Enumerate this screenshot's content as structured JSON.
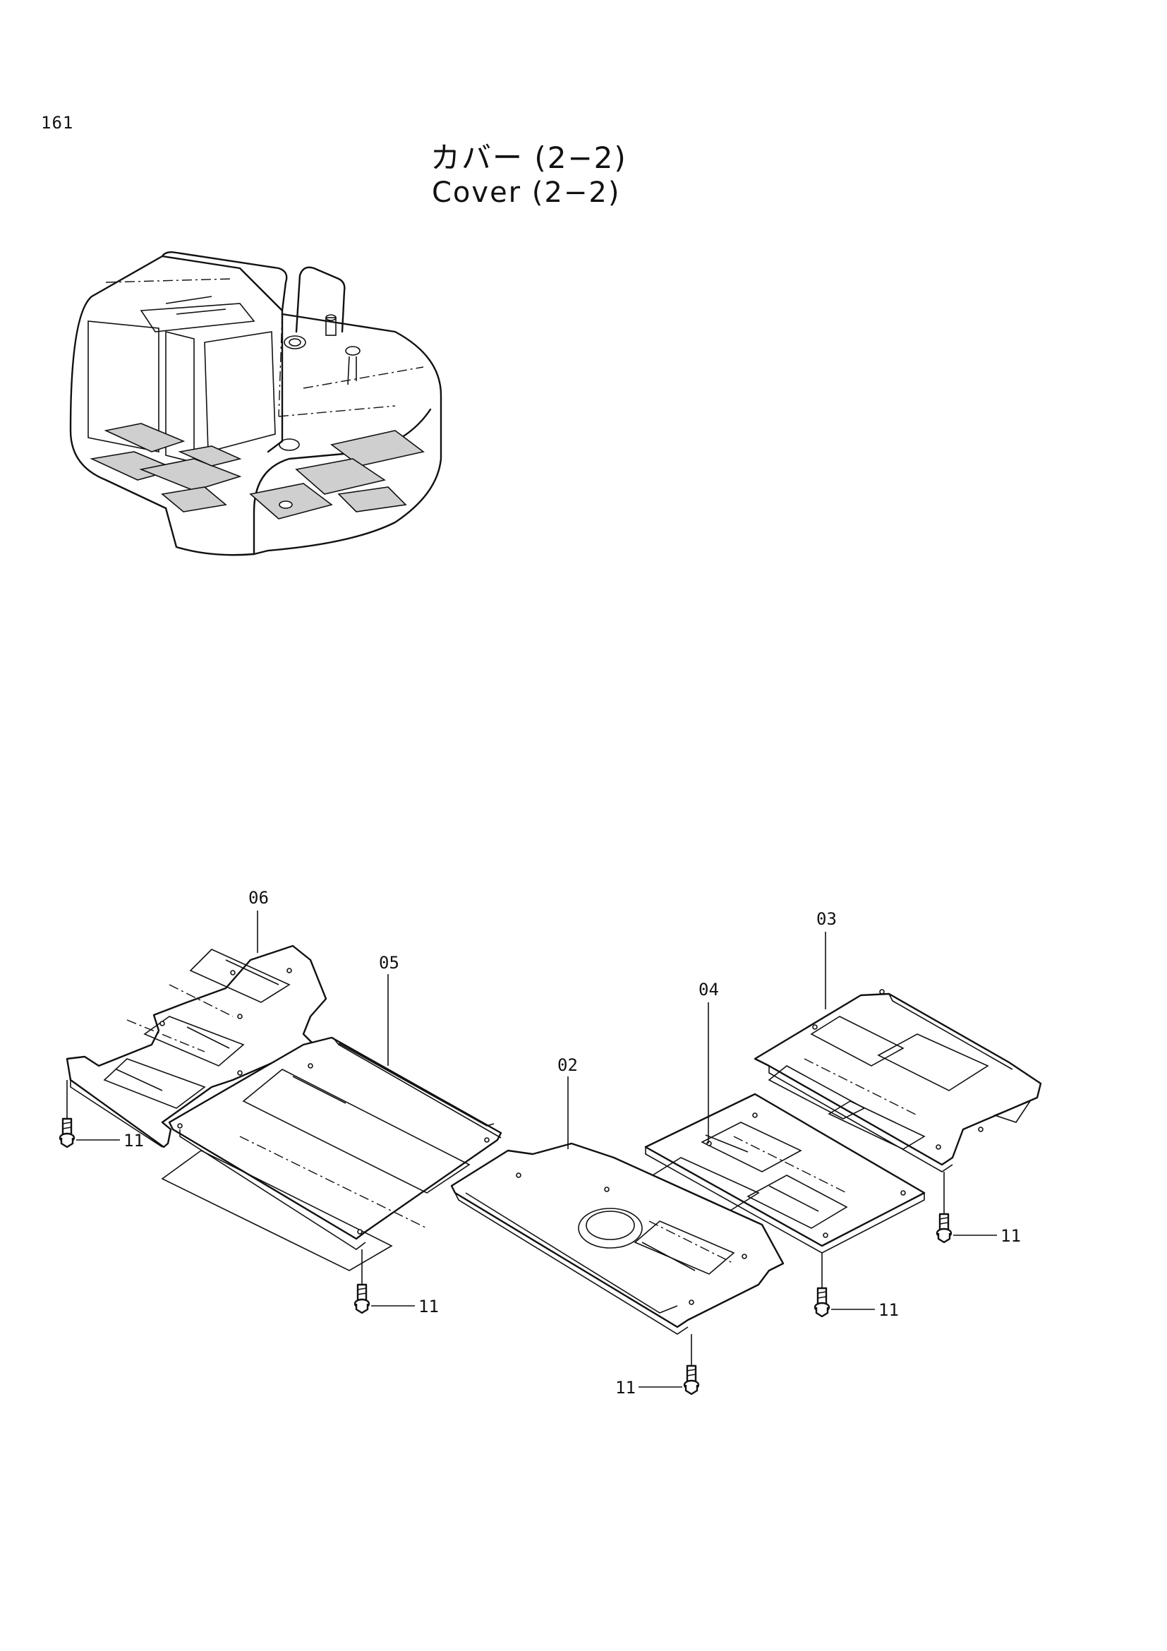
{
  "page": {
    "number": "161",
    "title_jp": "カバー (2−2)",
    "title_en": "Cover (2−2)"
  },
  "callouts": {
    "c06": "06",
    "c05": "05",
    "c02": "02",
    "c04": "04",
    "c03": "03",
    "c11a": "11",
    "c11b": "11",
    "c11c": "11",
    "c11d": "11",
    "c11e": "11"
  }
}
